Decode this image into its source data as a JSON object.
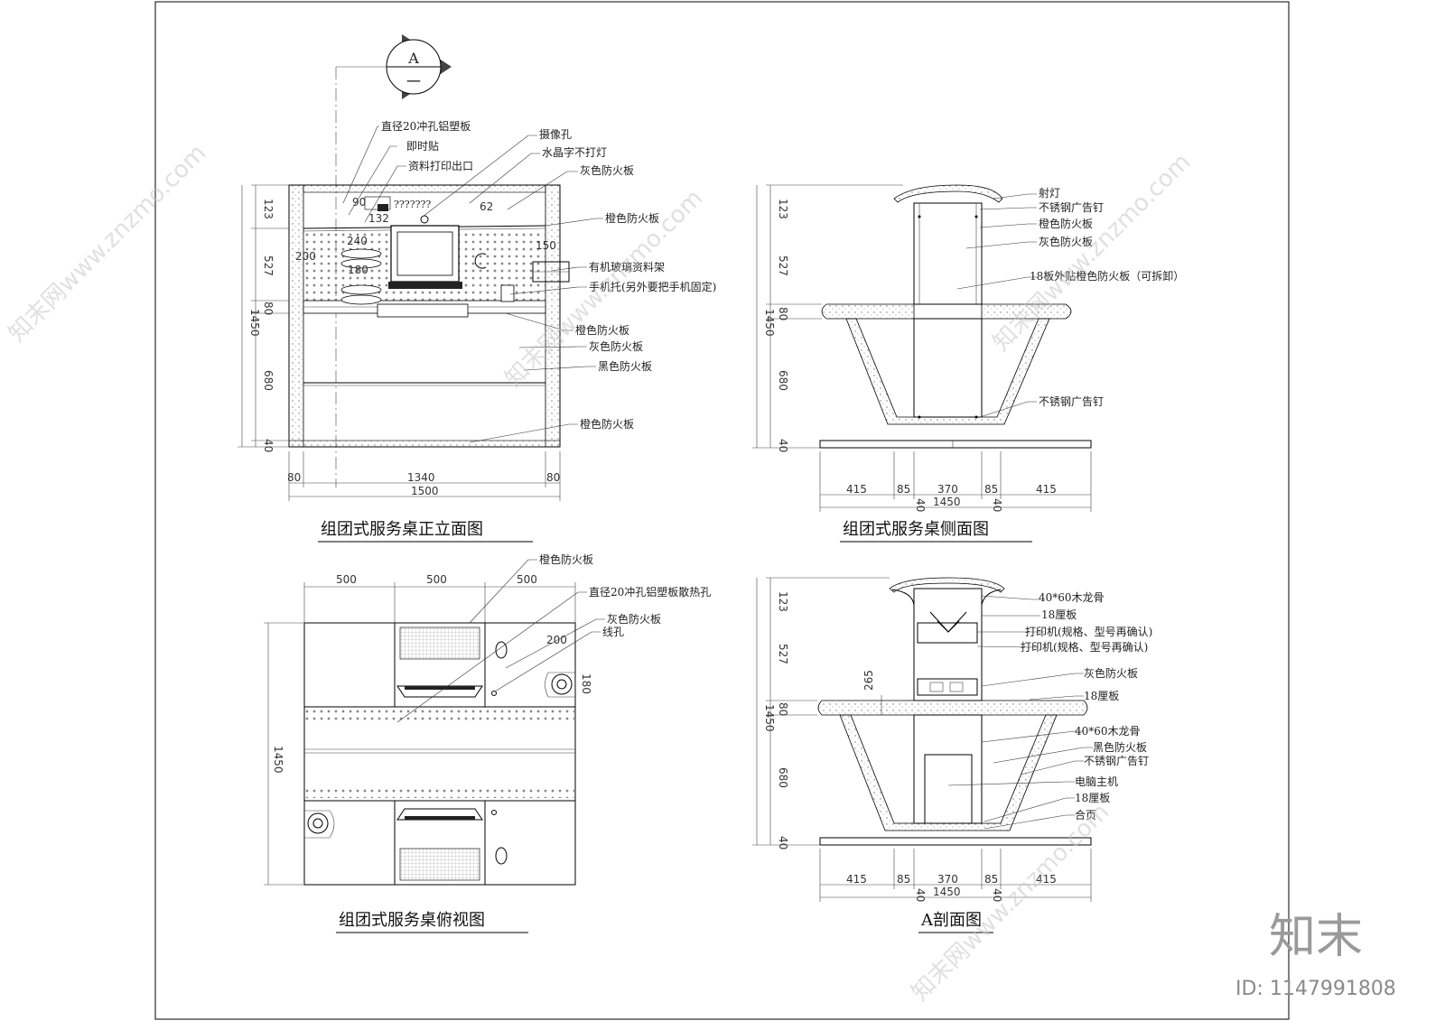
{
  "section_marker": {
    "letter": "A",
    "sub": "一"
  },
  "front": {
    "title": "组团式服务桌正立面图",
    "labels": [
      "直径20冲孔铝塑板",
      "即时贴",
      "资料打印出口",
      "摄像孔",
      "水晶字不打灯",
      "灰色防火板",
      "橙色防火板",
      "有机玻璃资料架",
      "手机托(另外要把手机固定)",
      "橙色防火板",
      "灰色防火板",
      "黑色防火板",
      "橙色防火板"
    ],
    "screen_text": "???????",
    "inner_dims": [
      "90",
      "132",
      "62",
      "240",
      "200",
      "180",
      "150"
    ],
    "v_dims": [
      "123",
      "527",
      "80",
      "1450",
      "680",
      "40"
    ],
    "h_dims": [
      "80",
      "1340",
      "80",
      "1500"
    ]
  },
  "side": {
    "title": "组团式服务桌侧面图",
    "labels": [
      "射灯",
      "不锈钢广告钉",
      "橙色防火板",
      "灰色防火板",
      "18板外贴橙色防火板（可拆卸）",
      "不锈钢广告钉"
    ],
    "v_dims": [
      "123",
      "527",
      "80",
      "1450",
      "680",
      "40"
    ],
    "h_dims": [
      "415",
      "85",
      "370",
      "85",
      "415",
      "40",
      "1450",
      "40"
    ]
  },
  "top": {
    "title": "组团式服务桌俯视图",
    "labels": [
      "橙色防火板",
      "直径20冲孔铝塑板散热孔",
      "灰色防火板",
      "线孔"
    ],
    "dims_top": [
      "500",
      "500",
      "500"
    ],
    "inner_dims": [
      "200",
      "180"
    ],
    "v_dim": "1450"
  },
  "section": {
    "title": "A剖面图",
    "labels": [
      "40*60木龙骨",
      "18厘板",
      "打印机(规格、型号再确认)",
      "打印机(规格、型号再确认)",
      "灰色防火板",
      "18厘板",
      "40*60木龙骨",
      "黑色防火板",
      "不锈钢广告钉",
      "电脑主机",
      "18厘板",
      "合页"
    ],
    "inner_dim": "265",
    "v_dims": [
      "123",
      "527",
      "80",
      "1450",
      "680",
      "40"
    ],
    "h_dims": [
      "415",
      "85",
      "370",
      "85",
      "415",
      "40",
      "1450",
      "40"
    ]
  },
  "watermark": {
    "text": "知末网www.znzmo.com",
    "brand": "知末",
    "id": "ID: 1147991808"
  }
}
